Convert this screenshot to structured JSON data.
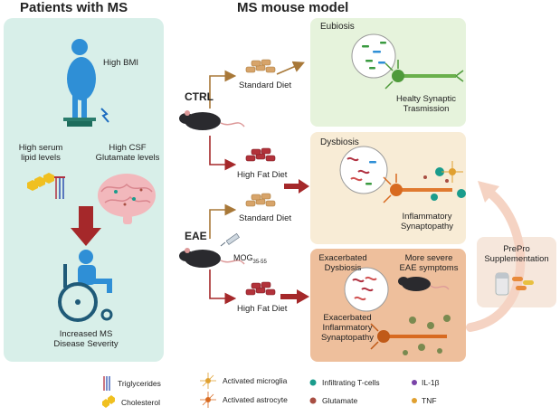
{
  "left_title": "Patients with MS",
  "right_title": "MS mouse model",
  "left_panel": {
    "high_bmi": "High BMI",
    "high_serum_lipid": "High serum\nlipid levels",
    "high_csf_glutamate": "High CSF\nGlutamate levels",
    "increased_ms_severity": "Increased MS\nDisease Severity"
  },
  "groups": {
    "ctrl": "CTRL",
    "eae": "EAE",
    "mog": "MOG",
    "mog_sub": "35-55"
  },
  "diets": {
    "standard_diet_1": "Standard Diet",
    "high_fat_diet_1": "High Fat Diet",
    "standard_diet_2": "Standard Diet",
    "high_fat_diet_2": "High Fat Diet"
  },
  "panels": {
    "eubiosis": "Eubiosis",
    "healthy_synaptic": "Healty Synaptic\nTrasmission",
    "dysbiosis": "Dysbiosis",
    "inflammatory_synaptopathy": "Inflammatory\nSynaptopathy",
    "exacerbated_dysbiosis": "Exacerbated\nDysbiosis",
    "more_severe_eae": "More severe\nEAE symptoms",
    "exacerbated_inflammatory": "Exacerbated\nInflammatory\nSynaptopathy"
  },
  "prepro": "PrePro\nSupplementation",
  "legend": {
    "triglycerides": "Triglycerides",
    "cholesterol": "Cholesterol",
    "activated_microglia": "Activated microglia",
    "activated_astrocyte": "Activated astrocyte",
    "infiltrating_tcells": "Infiltrating T-cells",
    "glutamate": "Glutamate",
    "il1b": "IL-1β",
    "tnf": "TNF"
  },
  "colors": {
    "left_panel_bg": "#d8efe9",
    "eubiosis_bg": "#e6f3dc",
    "dysbiosis_bg": "#f8ecd6",
    "exacerbated_bg": "#eebf9c",
    "prepro_bg": "#f6e7dc",
    "dark_red_arrow": "#a5282a",
    "brown_arrow": "#a87838",
    "human_blue": "#2f8fd6",
    "tcell": "#1a9c8c",
    "glutamate": "#a84e42",
    "il1b": "#7a44a8",
    "tnf": "#e0a030"
  }
}
